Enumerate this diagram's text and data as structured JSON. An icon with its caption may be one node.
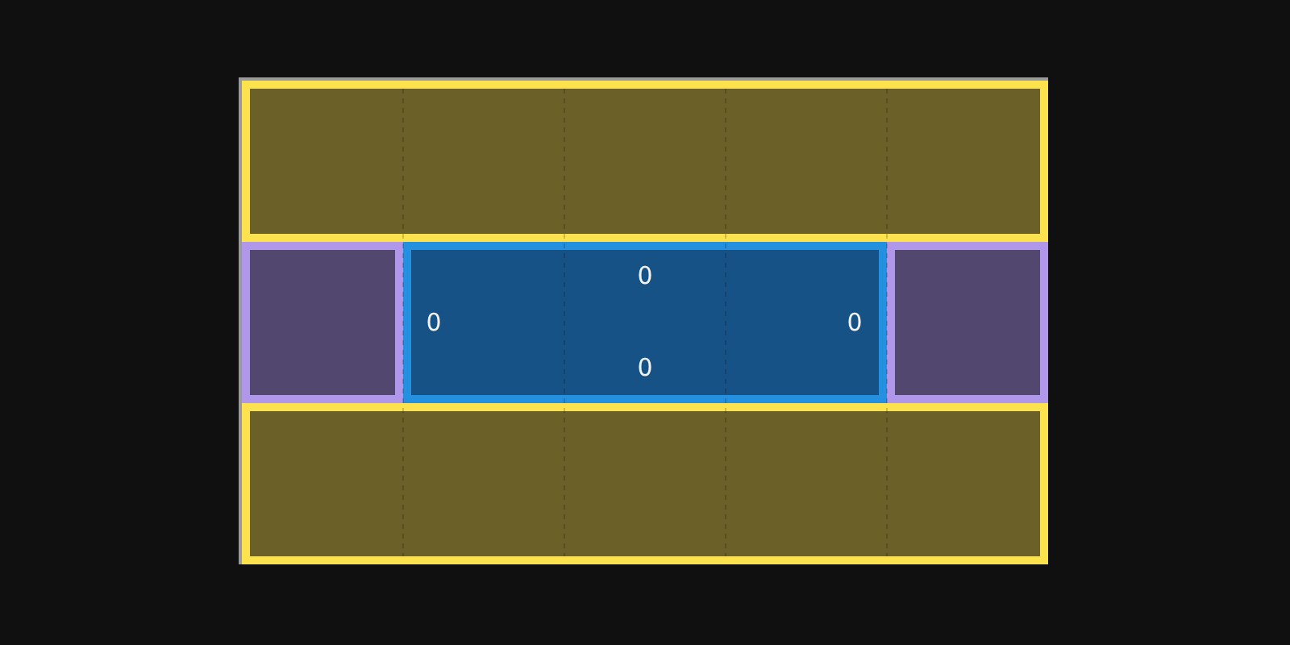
{
  "diagram": {
    "nodes": [
      {
        "text": [],
        "shape": "box"
      },
      {
        "text": [],
        "shape": "box",
        "in": 0
      },
      {
        "text": [],
        "shape": "box",
        "in": 0
      },
      {
        "text": [
          "0",
          "0",
          "0",
          "0"
        ],
        "in": 0
      },
      {
        "text": [],
        "shape": "box",
        "in": 0
      },
      {
        "text": [],
        "shape": "box",
        "in": 0
      }
    ]
  }
}
